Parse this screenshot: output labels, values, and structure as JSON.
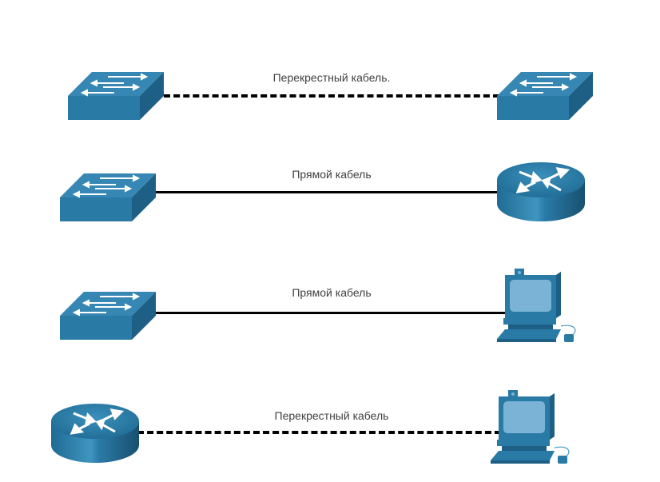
{
  "connections": [
    {
      "from": "switch",
      "to": "switch",
      "cable_type": "crossover",
      "line_style": "dashed",
      "label": "Перекрестный кабель."
    },
    {
      "from": "switch",
      "to": "router",
      "cable_type": "straight-through",
      "line_style": "solid",
      "label": "Прямой кабель"
    },
    {
      "from": "switch",
      "to": "pc",
      "cable_type": "straight-through",
      "line_style": "solid",
      "label": "Прямой кабель"
    },
    {
      "from": "router",
      "to": "pc",
      "cable_type": "crossover",
      "line_style": "dashed",
      "label": "Перекрестный кабель"
    }
  ],
  "colors": {
    "device_blue": "#2a7aa6",
    "device_top": "#3a8fbb",
    "device_dark": "#1d5f85",
    "screen": "#7ab3d6",
    "cable": "#000000",
    "label_text": "#404040"
  }
}
